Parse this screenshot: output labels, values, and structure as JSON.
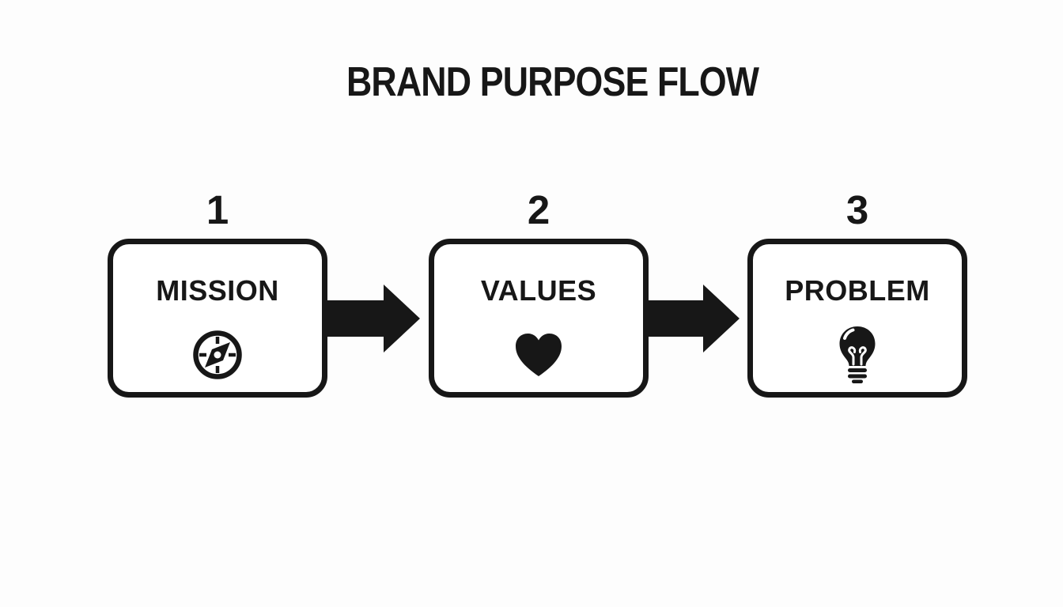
{
  "theme": {
    "ink": "#171717",
    "paper": "#fdfdfd"
  },
  "title": "BRAND PURPOSE FLOW",
  "flow": {
    "steps": [
      {
        "number": "1",
        "label": "MISSION",
        "icon": "compass-icon"
      },
      {
        "number": "2",
        "label": "VALUES",
        "icon": "heart-icon"
      },
      {
        "number": "3",
        "label": "PROBLEM",
        "icon": "lightbulb-icon"
      }
    ],
    "connectors": [
      {
        "from": "MISSION",
        "to": "VALUES",
        "icon": "arrow-right-icon"
      },
      {
        "from": "VALUES",
        "to": "PROBLEM",
        "icon": "arrow-right-icon"
      }
    ]
  }
}
